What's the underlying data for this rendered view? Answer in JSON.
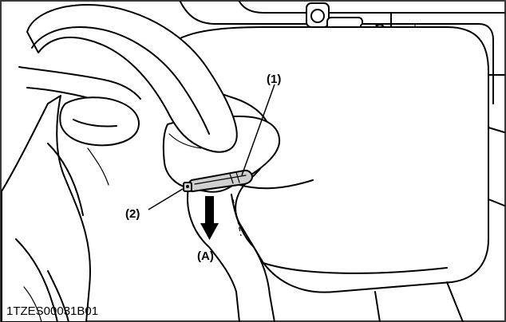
{
  "figure": {
    "callouts": {
      "part_1": "(1)",
      "part_2": "(2)",
      "direction_a": "(A)"
    },
    "figure_code": "1TZES00031B01"
  },
  "colors": {
    "line": "#000000",
    "background": "#ffffff",
    "lever_fill": "#d0d0d0",
    "border": "#3a3a3a"
  }
}
